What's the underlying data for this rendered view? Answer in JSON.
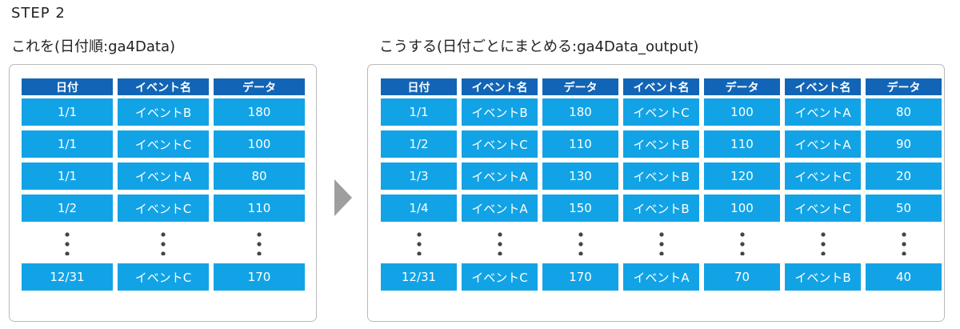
{
  "step_title": "STEP 2",
  "left": {
    "caption": "これを(日付順:ga4Data)",
    "headers": [
      "日付",
      "イベント名",
      "データ"
    ],
    "rows": [
      [
        "1/1",
        "イベントB",
        "180"
      ],
      [
        "1/1",
        "イベントC",
        "100"
      ],
      [
        "1/1",
        "イベントA",
        "80"
      ],
      [
        "1/2",
        "イベントC",
        "110"
      ]
    ],
    "last_row": [
      "12/31",
      "イベントC",
      "170"
    ]
  },
  "right": {
    "caption": "こうする(日付ごとにまとめる:ga4Data_output)",
    "headers": [
      "日付",
      "イベント名",
      "データ",
      "イベント名",
      "データ",
      "イベント名",
      "データ"
    ],
    "rows": [
      [
        "1/1",
        "イベントB",
        "180",
        "イベントC",
        "100",
        "イベントA",
        "80"
      ],
      [
        "1/2",
        "イベントC",
        "110",
        "イベントB",
        "110",
        "イベントA",
        "90"
      ],
      [
        "1/3",
        "イベントA",
        "130",
        "イベントB",
        "120",
        "イベントC",
        "20"
      ],
      [
        "1/4",
        "イベントA",
        "150",
        "イベントB",
        "100",
        "イベントC",
        "50"
      ]
    ],
    "last_row": [
      "12/31",
      "イベントC",
      "170",
      "イベントA",
      "70",
      "イベントB",
      "40"
    ]
  },
  "colors": {
    "header_bg": "#1265b6",
    "cell_bg": "#12a3e6",
    "arrow": "#9e9e9e"
  }
}
